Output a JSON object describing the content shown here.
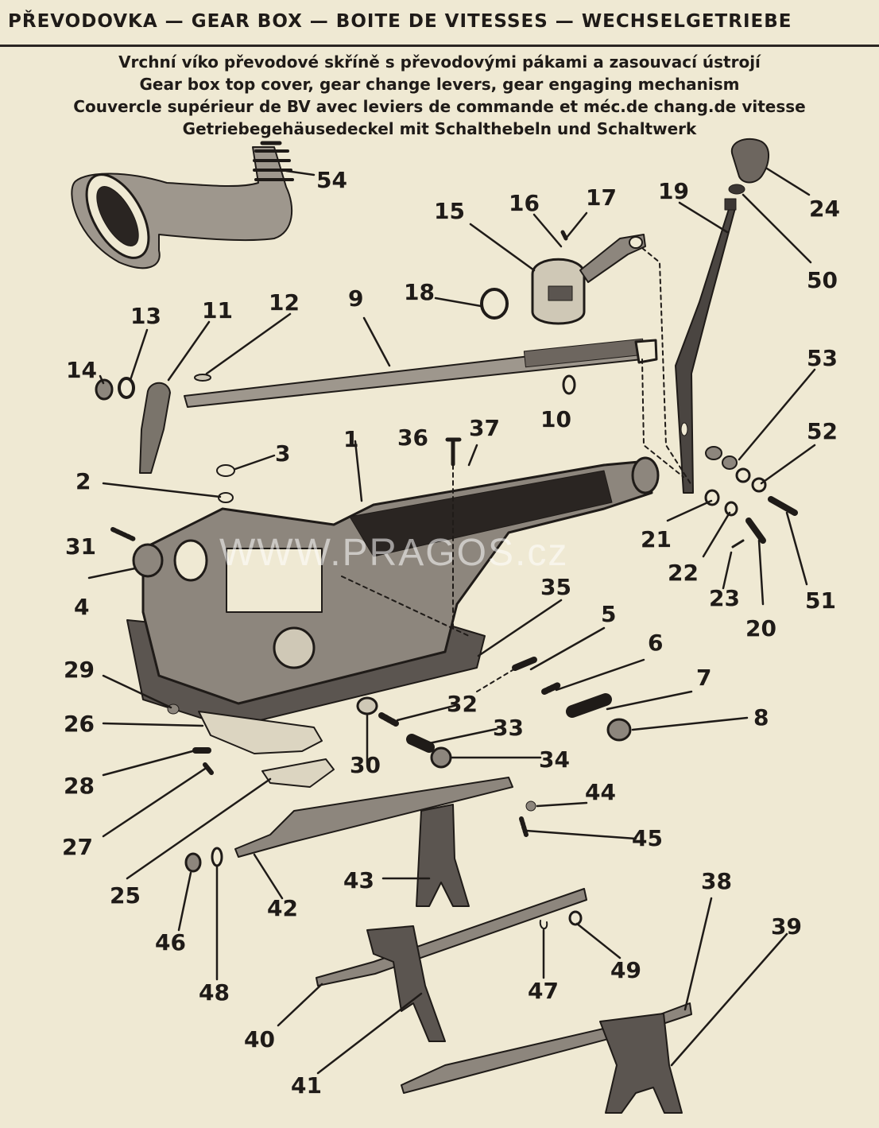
{
  "header": {
    "title": "PŘEVODOVKA — GEAR BOX — BOITE DE VITESSES — WECHSELGETRIEBE",
    "subtitles": [
      "Vrchní víko převodové skříně s převodovými pákami a zasouvací ústrojí",
      "Gear box top cover, gear change levers, gear engaging mechanism",
      "Couvercle supérieur de BV avec leviers de commande et méc.de chang.de vitesse",
      "Getriebegehäusedeckel mit Schalthebeln und Schaltwerk"
    ]
  },
  "watermark": "WWW.PRAGOS.cz",
  "part_numbers": {
    "p1": "1",
    "p2": "2",
    "p3": "3",
    "p4": "4",
    "p5": "5",
    "p6": "6",
    "p7": "7",
    "p8": "8",
    "p9": "9",
    "p10": "10",
    "p11": "11",
    "p12": "12",
    "p13": "13",
    "p14": "14",
    "p15": "15",
    "p16": "16",
    "p17": "17",
    "p18": "18",
    "p19": "19",
    "p20": "20",
    "p21": "21",
    "p22": "22",
    "p23": "23",
    "p24": "24",
    "p25": "25",
    "p26": "26",
    "p27": "27",
    "p28": "28",
    "p29": "29",
    "p30": "30",
    "p31": "31",
    "p32": "32",
    "p33": "33",
    "p34": "34",
    "p35": "35",
    "p36": "36",
    "p37": "37",
    "p38": "38",
    "p39": "39",
    "p40": "40",
    "p41": "41",
    "p42": "42",
    "p43": "43",
    "p44": "44",
    "p45": "45",
    "p46": "46",
    "p47": "47",
    "p48": "48",
    "p49": "49",
    "p50": "50",
    "p51": "51",
    "p52": "52",
    "p53": "53",
    "p54": "54"
  }
}
